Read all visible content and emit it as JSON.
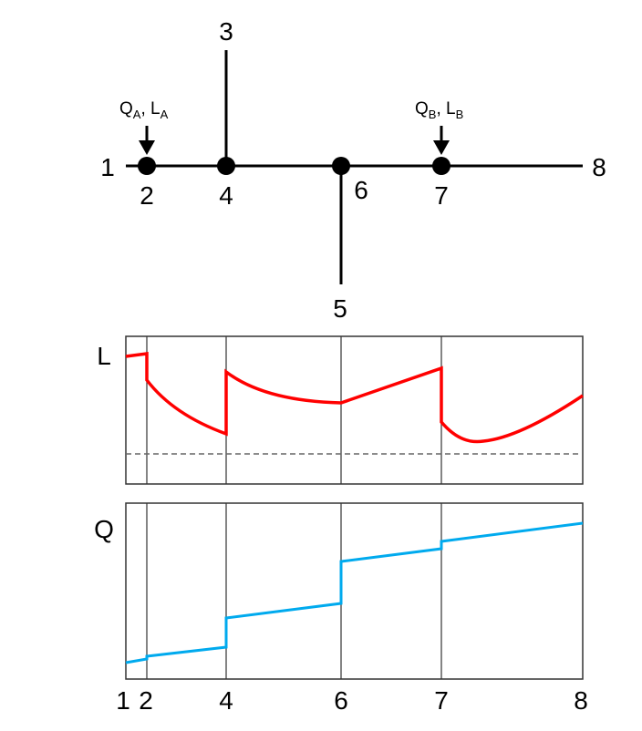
{
  "network": {
    "nodes": [
      "1",
      "2",
      "3",
      "4",
      "5",
      "6",
      "7",
      "8"
    ],
    "input_a": {
      "q": "Q",
      "q_sub": "A",
      "sep": ", ",
      "l": "L",
      "l_sub": "A"
    },
    "input_b": {
      "q": "Q",
      "q_sub": "B",
      "sep": ", ",
      "l": "L",
      "l_sub": "B"
    }
  },
  "charts": {
    "l_label": "L",
    "q_label": "Q",
    "x_ticks": [
      "1",
      "2",
      "4",
      "6",
      "7",
      "8"
    ],
    "colors": {
      "l_line": "#ff0000",
      "q_line": "#00aaee",
      "grid": "#333333",
      "threshold": "#666666"
    }
  }
}
